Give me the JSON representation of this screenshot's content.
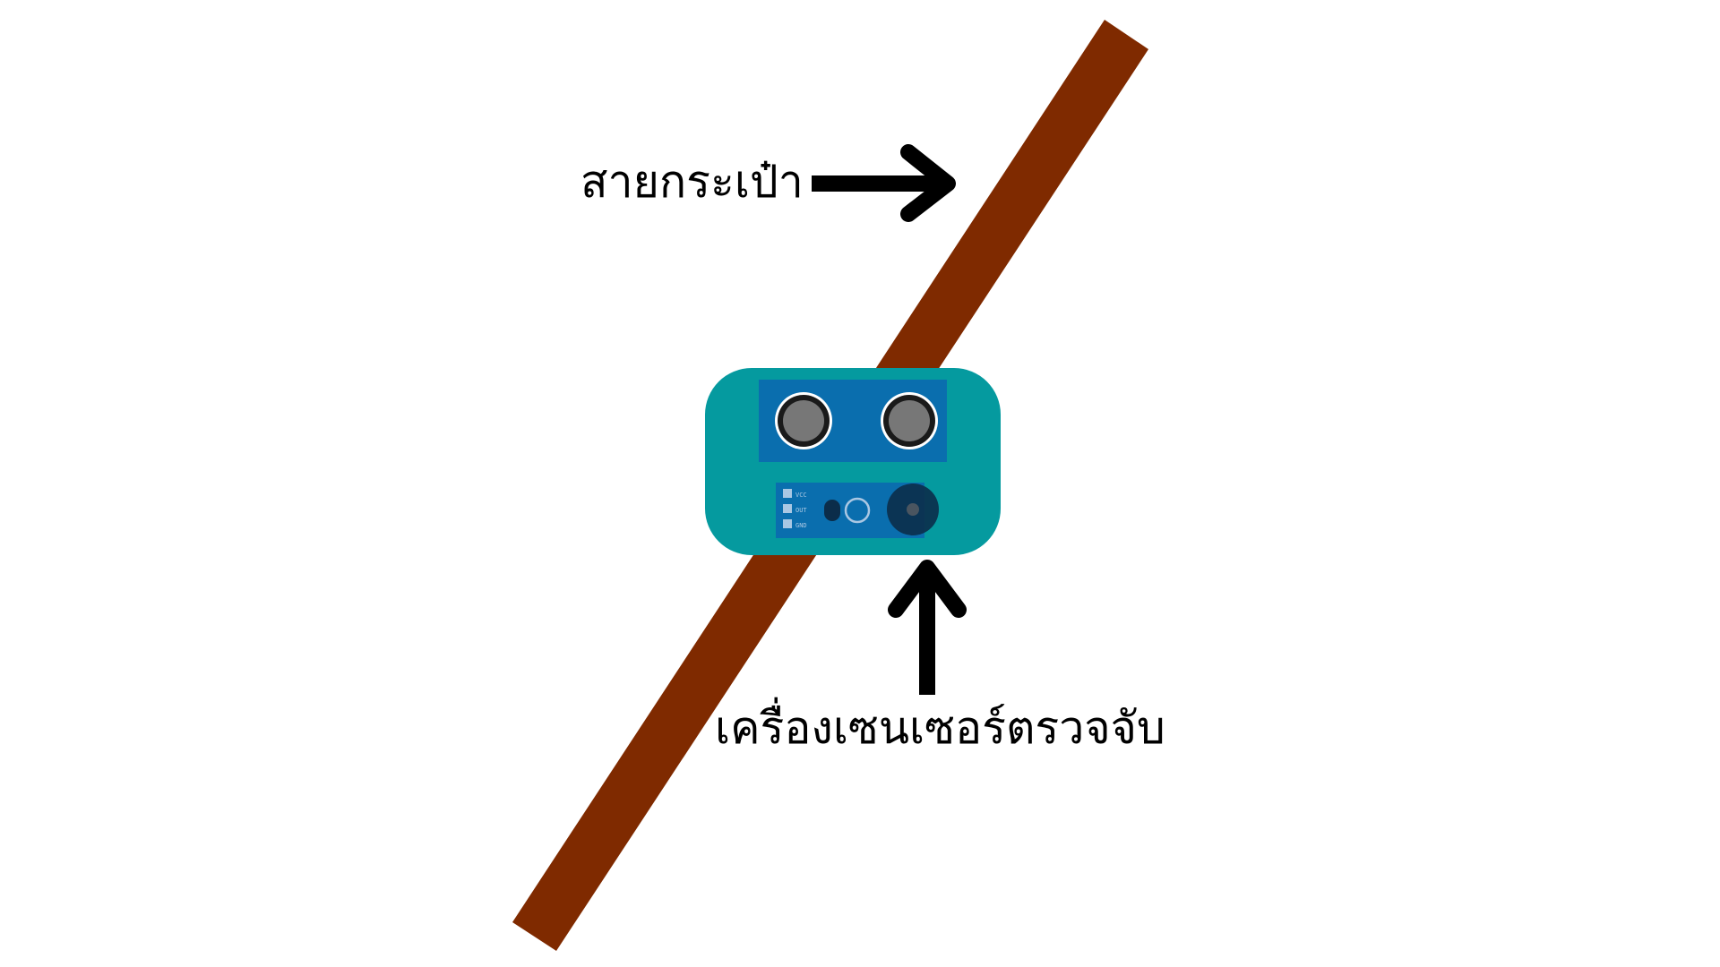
{
  "labels": {
    "strap": "สายกระเป๋า",
    "sensor": "เครื่องเซนเซอร์ตรวจจับ"
  },
  "colors": {
    "background": "#ffffff",
    "strap": "#7f2a00",
    "sensor_body": "#059a9f",
    "sensor_board": "#0a6eae",
    "transducer_ring": "#1a1a1a",
    "transducer_core": "#777777",
    "arrow": "#000000"
  },
  "sensor": {
    "pins": [
      "VCC",
      "OUT",
      "GND"
    ]
  },
  "icons": {
    "strap_arrow": "arrow-right-icon",
    "sensor_arrow": "arrow-up-icon"
  }
}
